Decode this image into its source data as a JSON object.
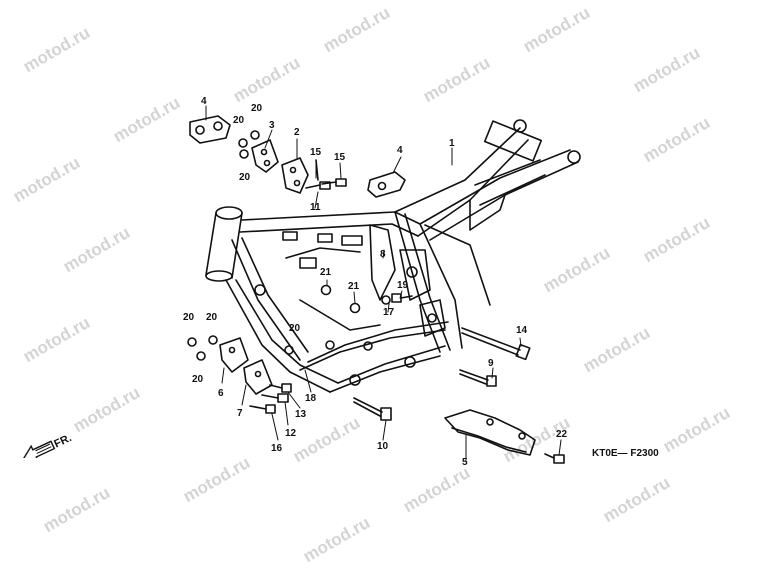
{
  "watermark": "motod.ru",
  "diagram_code": "KT0E— F2300",
  "direction_label": "FR.",
  "callouts": {
    "c1": "1",
    "c2": "2",
    "c3": "3",
    "c4a": "4",
    "c4b": "4",
    "c5": "5",
    "c6": "6",
    "c7": "7",
    "c8": "8",
    "c9": "9",
    "c10": "10",
    "c11": "11",
    "c12": "12",
    "c13": "13",
    "c14": "14",
    "c15a": "15",
    "c15b": "15",
    "c16": "16",
    "c17": "17",
    "c18": "18",
    "c19": "19",
    "c20a": "20",
    "c20b": "20",
    "c20c": "20",
    "c20d": "20",
    "c20e": "20",
    "c20f": "20",
    "c20g": "20",
    "c21a": "21",
    "c21b": "21",
    "c22": "22"
  }
}
